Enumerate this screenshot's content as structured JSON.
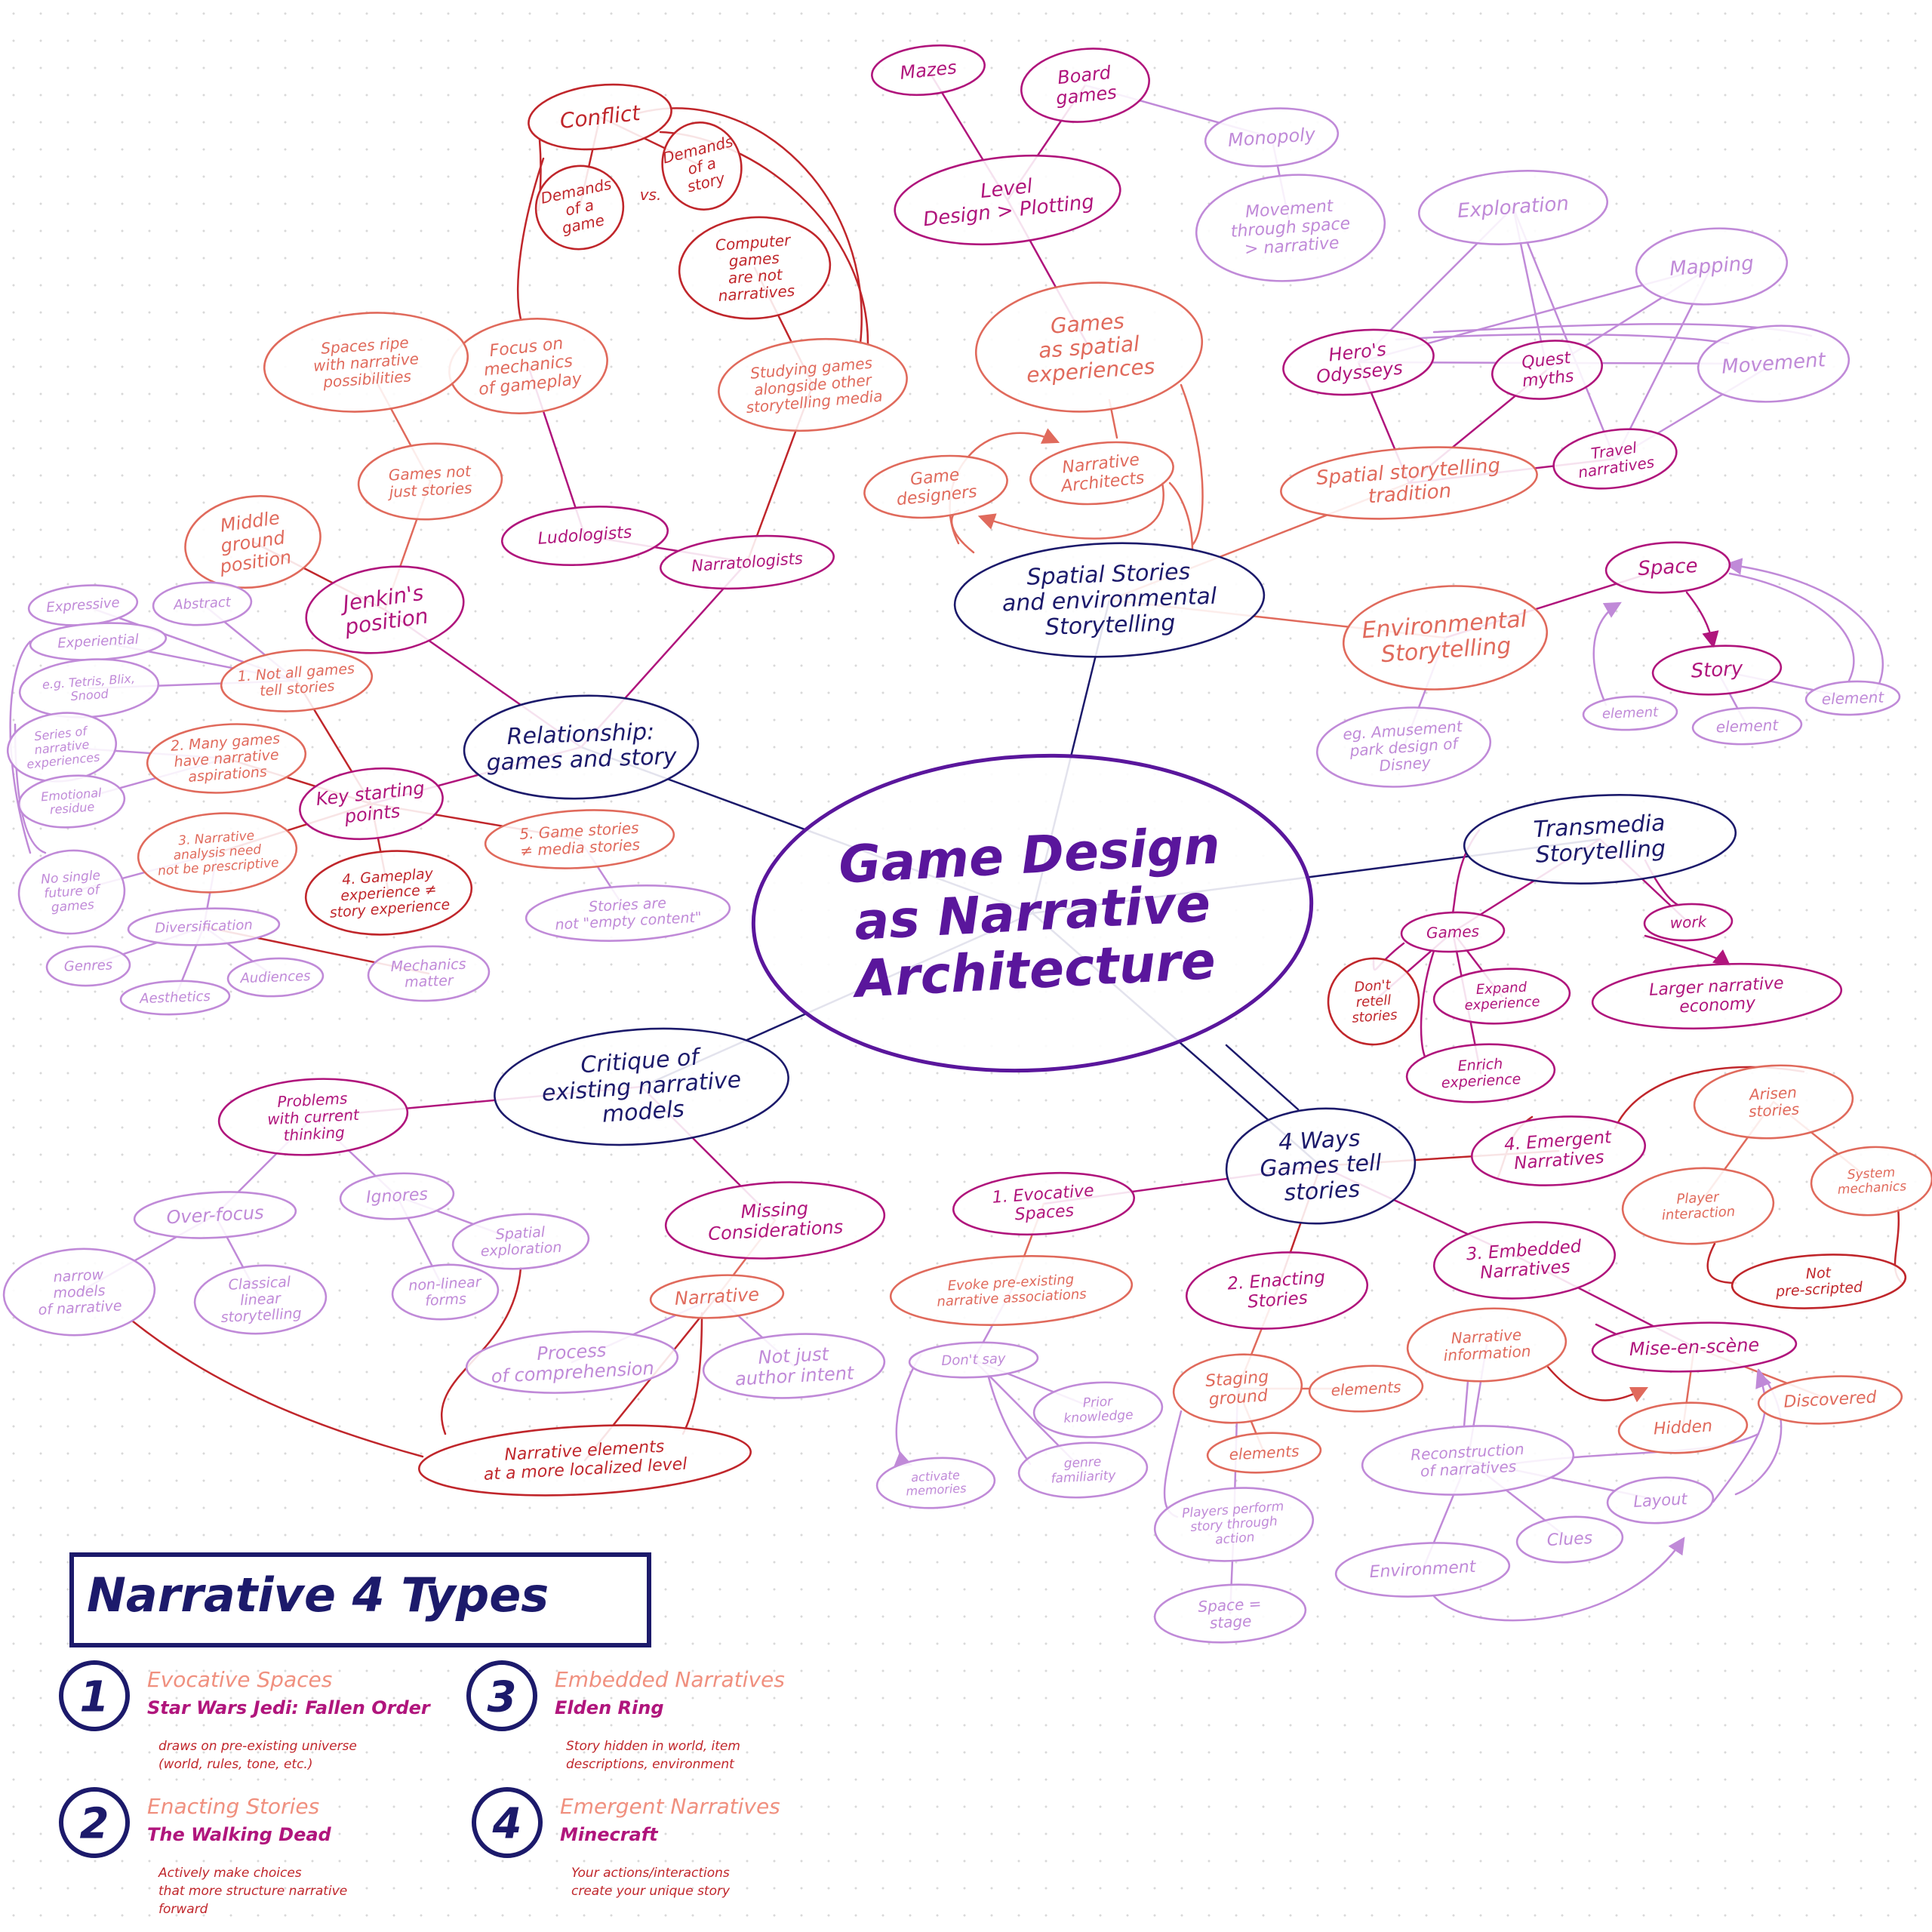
{
  "colors": {
    "navy": "#1c1a6b",
    "center": "#5a169c",
    "magenta": "#b0157c",
    "red": "#c0262b",
    "salmon": "#e06a5c",
    "lilac": "#c08ad8",
    "pink": "#f0907f"
  },
  "center": {
    "lines": [
      "Game Design",
      "as Narrative",
      "Architecture"
    ]
  },
  "nodes": [
    {
      "id": "relationship",
      "lines": [
        "Relationship:",
        "games and story"
      ]
    },
    {
      "id": "spatial",
      "lines": [
        "Spatial Stories",
        "and environmental",
        "Storytelling"
      ]
    },
    {
      "id": "transmedia",
      "lines": [
        "Transmedia",
        "Storytelling"
      ]
    },
    {
      "id": "ways",
      "lines": [
        "4 Ways",
        "Games tell",
        "stories"
      ]
    },
    {
      "id": "critique",
      "lines": [
        "Critique of",
        "existing narrative",
        "models"
      ]
    },
    {
      "id": "conflict",
      "lines": [
        "Conflict"
      ]
    },
    {
      "id": "demands-game",
      "lines": [
        "Demands",
        "of a",
        "game"
      ]
    },
    {
      "id": "vs",
      "lines": [
        "vs."
      ]
    },
    {
      "id": "demands-story",
      "lines": [
        "Demands",
        "of a",
        "story"
      ]
    },
    {
      "id": "not-narratives",
      "lines": [
        "Computer",
        "games",
        "are not",
        "narratives"
      ]
    },
    {
      "id": "focus",
      "lines": [
        "Focus on",
        "mechanics",
        "of gameplay"
      ]
    },
    {
      "id": "studying",
      "lines": [
        "Studying games",
        "alongside other",
        "storytelling media"
      ]
    },
    {
      "id": "ludologists",
      "lines": [
        "Ludologists"
      ]
    },
    {
      "id": "narratologists",
      "lines": [
        "Narratologists"
      ]
    },
    {
      "id": "spaces-ripe",
      "lines": [
        "Spaces ripe",
        "with narrative",
        "possibilities"
      ]
    },
    {
      "id": "not-just",
      "lines": [
        "Games not",
        "just stories"
      ]
    },
    {
      "id": "jenkins",
      "lines": [
        "Jenkin's",
        "position"
      ]
    },
    {
      "id": "middle",
      "lines": [
        "Middle",
        "ground",
        "position"
      ]
    },
    {
      "id": "expressive",
      "lines": [
        "Expressive"
      ]
    },
    {
      "id": "abstract",
      "lines": [
        "Abstract"
      ]
    },
    {
      "id": "experiential",
      "lines": [
        "Experiential"
      ]
    },
    {
      "id": "tetris",
      "lines": [
        "e.g. Tetris, Blix,",
        "Snood"
      ]
    },
    {
      "id": "not-all",
      "lines": [
        "1. Not all games",
        "tell stories"
      ]
    },
    {
      "id": "series",
      "lines": [
        "Series of",
        "narrative",
        "experiences"
      ]
    },
    {
      "id": "many",
      "lines": [
        "2. Many games",
        "have narrative",
        "aspirations"
      ]
    },
    {
      "id": "emotional",
      "lines": [
        "Emotional",
        "residue"
      ]
    },
    {
      "id": "key",
      "lines": [
        "Key starting",
        "points"
      ]
    },
    {
      "id": "narrative-analysis",
      "lines": [
        "3. Narrative",
        "analysis need",
        "not be prescriptive"
      ]
    },
    {
      "id": "no-single",
      "lines": [
        "No single",
        "future of",
        "games"
      ]
    },
    {
      "id": "gameplay-exp",
      "lines": [
        "4. Gameplay",
        "experience ≠",
        "story experience"
      ]
    },
    {
      "id": "game-stories",
      "lines": [
        "5. Game stories",
        "≠ media stories"
      ]
    },
    {
      "id": "empty",
      "lines": [
        "Stories are",
        "not \"empty content\""
      ]
    },
    {
      "id": "diversification",
      "lines": [
        "Diversification"
      ]
    },
    {
      "id": "genres",
      "lines": [
        "Genres"
      ]
    },
    {
      "id": "aesthetics",
      "lines": [
        "Aesthetics"
      ]
    },
    {
      "id": "audiences",
      "lines": [
        "Audiences"
      ]
    },
    {
      "id": "mechanics",
      "lines": [
        "Mechanics",
        "matter"
      ]
    },
    {
      "id": "mazes",
      "lines": [
        "Mazes"
      ]
    },
    {
      "id": "board",
      "lines": [
        "Board",
        "games"
      ]
    },
    {
      "id": "monopoly",
      "lines": [
        "Monopoly"
      ]
    },
    {
      "id": "movement-space",
      "lines": [
        "Movement",
        "through space",
        "> narrative"
      ]
    },
    {
      "id": "level",
      "lines": [
        "Level",
        "Design > Plotting"
      ]
    },
    {
      "id": "spatial-exp",
      "lines": [
        "Games",
        "as spatial",
        "experiences"
      ]
    },
    {
      "id": "exploration",
      "lines": [
        "Exploration"
      ]
    },
    {
      "id": "mapping",
      "lines": [
        "Mapping"
      ]
    },
    {
      "id": "movement",
      "lines": [
        "Movement"
      ]
    },
    {
      "id": "heros",
      "lines": [
        "Hero's",
        "Odysseys"
      ]
    },
    {
      "id": "quest",
      "lines": [
        "Quest",
        "myths"
      ]
    },
    {
      "id": "travel",
      "lines": [
        "Travel",
        "narratives"
      ]
    },
    {
      "id": "tradition",
      "lines": [
        "Spatial storytelling",
        "tradition"
      ]
    },
    {
      "id": "designers",
      "lines": [
        "Game",
        "designers"
      ]
    },
    {
      "id": "architects",
      "lines": [
        "Narrative",
        "Architects"
      ]
    },
    {
      "id": "env",
      "lines": [
        "Environmental",
        "Storytelling"
      ]
    },
    {
      "id": "amusement",
      "lines": [
        "eg. Amusement",
        "park design of",
        "Disney"
      ]
    },
    {
      "id": "space",
      "lines": [
        "Space"
      ]
    },
    {
      "id": "story",
      "lines": [
        "Story"
      ]
    },
    {
      "id": "element1",
      "lines": [
        "element"
      ]
    },
    {
      "id": "element2",
      "lines": [
        "element"
      ]
    },
    {
      "id": "element3",
      "lines": [
        "element"
      ]
    },
    {
      "id": "games-t",
      "lines": [
        "Games"
      ]
    },
    {
      "id": "work",
      "lines": [
        "work"
      ]
    },
    {
      "id": "dont-retell",
      "lines": [
        "Don't",
        "retell",
        "stories"
      ]
    },
    {
      "id": "expand",
      "lines": [
        "Expand",
        "experience"
      ]
    },
    {
      "id": "enrich",
      "lines": [
        "Enrich",
        "experience"
      ]
    },
    {
      "id": "larger",
      "lines": [
        "Larger narrative",
        "economy"
      ]
    },
    {
      "id": "problems",
      "lines": [
        "Problems",
        "with current",
        "thinking"
      ]
    },
    {
      "id": "over-focus",
      "lines": [
        "Over-focus"
      ]
    },
    {
      "id": "ignores",
      "lines": [
        "Ignores"
      ]
    },
    {
      "id": "narrow",
      "lines": [
        "narrow",
        "models",
        "of narrative"
      ]
    },
    {
      "id": "classical",
      "lines": [
        "Classical",
        "linear",
        "storytelling"
      ]
    },
    {
      "id": "spatial-expl",
      "lines": [
        "Spatial",
        "exploration"
      ]
    },
    {
      "id": "nonlinear",
      "lines": [
        "non-linear",
        "forms"
      ]
    },
    {
      "id": "missing",
      "lines": [
        "Missing",
        "Considerations"
      ]
    },
    {
      "id": "narrative-m",
      "lines": [
        "Narrative"
      ]
    },
    {
      "id": "process",
      "lines": [
        "Process",
        "of comprehension"
      ]
    },
    {
      "id": "author",
      "lines": [
        "Not just",
        "author intent"
      ]
    },
    {
      "id": "localized",
      "lines": [
        "Narrative elements",
        "at a more localized level"
      ]
    },
    {
      "id": "evocative",
      "lines": [
        "1. Evocative",
        "Spaces"
      ]
    },
    {
      "id": "evoke",
      "lines": [
        "Evoke pre-existing",
        "narrative associations"
      ]
    },
    {
      "id": "dont-say",
      "lines": [
        "Don't say"
      ]
    },
    {
      "id": "activate",
      "lines": [
        "activate",
        "memories"
      ]
    },
    {
      "id": "prior",
      "lines": [
        "Prior",
        "knowledge"
      ]
    },
    {
      "id": "genre",
      "lines": [
        "genre",
        "familiarity"
      ]
    },
    {
      "id": "enacting",
      "lines": [
        "2. Enacting",
        "Stories"
      ]
    },
    {
      "id": "staging",
      "lines": [
        "Staging",
        "ground"
      ]
    },
    {
      "id": "elements-a",
      "lines": [
        "elements"
      ]
    },
    {
      "id": "elements-b",
      "lines": [
        "elements"
      ]
    },
    {
      "id": "players",
      "lines": [
        "Players perform",
        "story through",
        "action"
      ]
    },
    {
      "id": "space-stage",
      "lines": [
        "Space =",
        "stage"
      ]
    },
    {
      "id": "embedded",
      "lines": [
        "3. Embedded",
        "Narratives"
      ]
    },
    {
      "id": "narrative-info",
      "lines": [
        "Narrative",
        "information"
      ]
    },
    {
      "id": "mise",
      "lines": [
        "Mise-en-scène"
      ]
    },
    {
      "id": "hidden",
      "lines": [
        "Hidden"
      ]
    },
    {
      "id": "discovered",
      "lines": [
        "Discovered"
      ]
    },
    {
      "id": "reconstruction",
      "lines": [
        "Reconstruction",
        "of narratives"
      ]
    },
    {
      "id": "layout",
      "lines": [
        "Layout"
      ]
    },
    {
      "id": "clues",
      "lines": [
        "Clues"
      ]
    },
    {
      "id": "environment",
      "lines": [
        "Environment"
      ]
    },
    {
      "id": "emergent",
      "lines": [
        "4. Emergent",
        "Narratives"
      ]
    },
    {
      "id": "arisen",
      "lines": [
        "Arisen",
        "stories"
      ]
    },
    {
      "id": "player-int",
      "lines": [
        "Player",
        "interaction"
      ]
    },
    {
      "id": "system",
      "lines": [
        "System",
        "mechanics"
      ]
    },
    {
      "id": "not-pre",
      "lines": [
        "Not",
        "pre-scripted"
      ]
    }
  ],
  "legend": {
    "title": "Narrative 4 Types",
    "items": [
      {
        "num": "1",
        "type": "Evocative Spaces",
        "example": "Star Wars Jedi: Fallen Order",
        "desc": [
          "draws on pre-existing universe",
          "(world, rules, tone, etc.)"
        ]
      },
      {
        "num": "2",
        "type": "Enacting Stories",
        "example": "The Walking Dead",
        "desc": [
          "Actively make choices",
          "that more structure narrative",
          "forward"
        ]
      },
      {
        "num": "3",
        "type": "Embedded Narratives",
        "example": "Elden Ring",
        "desc": [
          "Story hidden in world, item",
          "descriptions, environment"
        ]
      },
      {
        "num": "4",
        "type": "Emergent Narratives",
        "example": "Minecraft",
        "desc": [
          "Your actions/interactions",
          "create your unique story"
        ]
      }
    ]
  }
}
